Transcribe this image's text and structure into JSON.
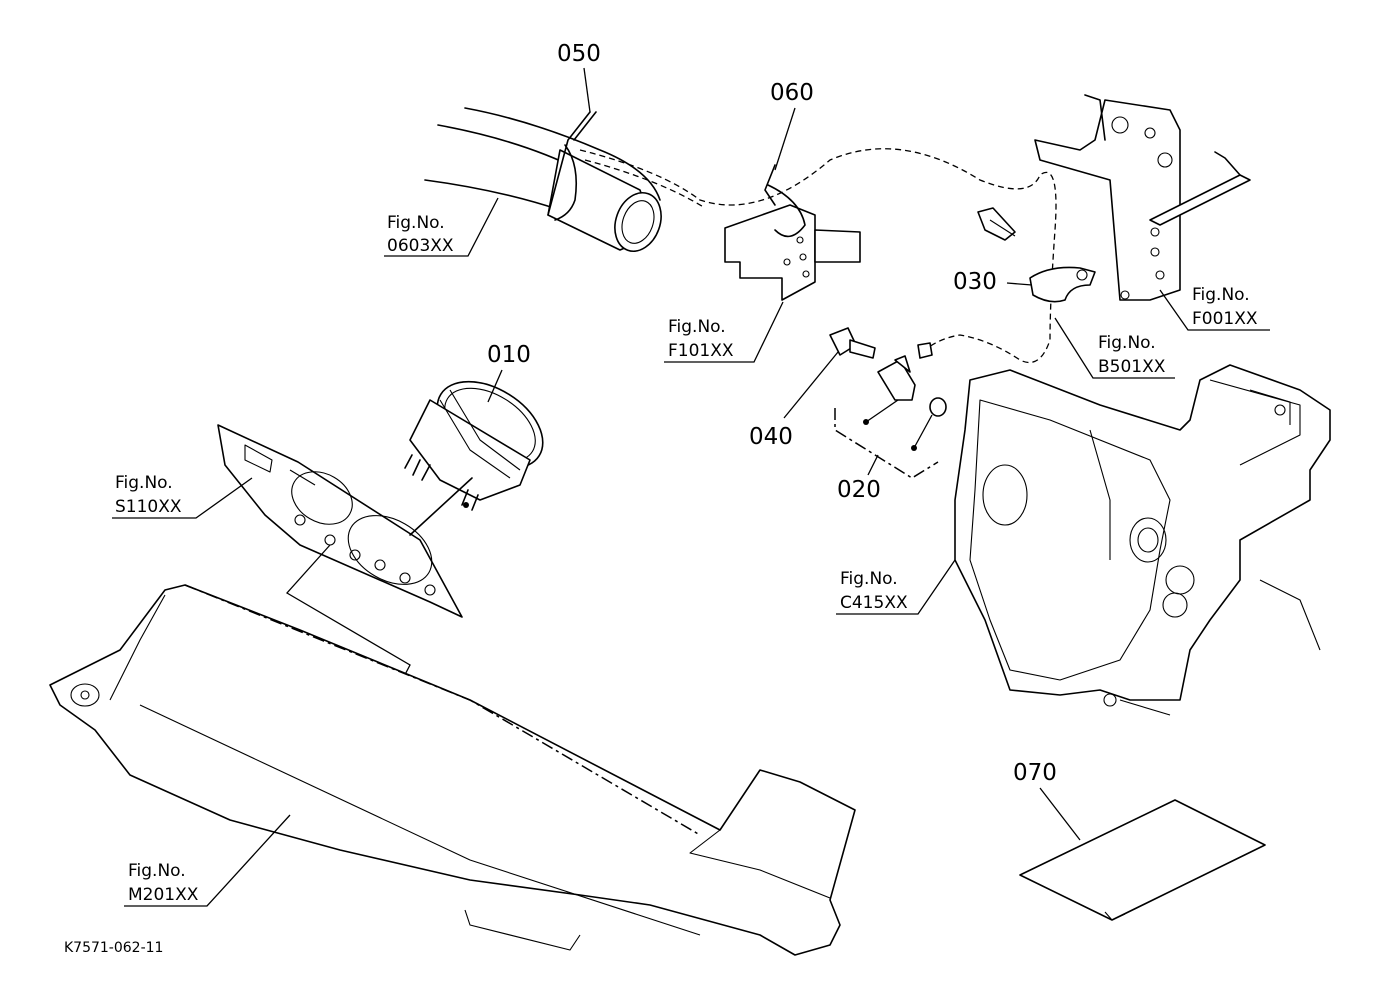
{
  "diagram_code": "K7571-062-11",
  "parts": {
    "p010": "010",
    "p020": "020",
    "p030": "030",
    "p040": "040",
    "p050": "050",
    "p060": "060",
    "p070": "070"
  },
  "figure_refs": {
    "fig_0603": {
      "label": "Fig.No.",
      "code": "0603XX"
    },
    "fig_f101": {
      "label": "Fig.No.",
      "code": "F101XX"
    },
    "fig_f001": {
      "label": "Fig.No.",
      "code": "F001XX"
    },
    "fig_b501": {
      "label": "Fig.No.",
      "code": "B501XX"
    },
    "fig_s110": {
      "label": "Fig.No.",
      "code": "S110XX"
    },
    "fig_c415": {
      "label": "Fig.No.",
      "code": "C415XX"
    },
    "fig_m201": {
      "label": "Fig.No.",
      "code": "M201XX"
    }
  }
}
